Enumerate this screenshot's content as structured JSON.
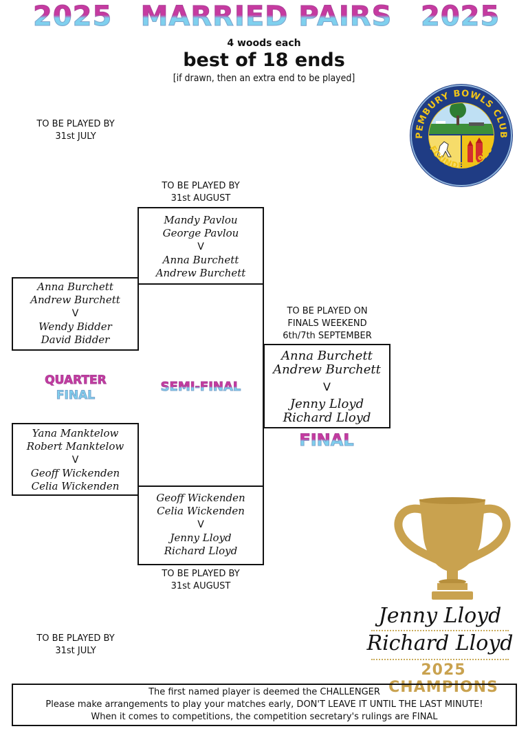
{
  "header": {
    "year_left": "2025",
    "title": "MARRIED PAIRS",
    "year_right": "2025",
    "woods": "4 woods each",
    "ends": "best of 18 ends",
    "drawn_rule": "[if drawn, then an extra end to be played]"
  },
  "logo": {
    "text_top": "PEMBURY BOWLS CLUB",
    "text_bottom": "FOUNDED 1929"
  },
  "deadlines": {
    "qf_top": [
      "TO BE PLAYED BY",
      "31st JULY"
    ],
    "sf_top": [
      "TO BE PLAYED BY",
      "31st AUGUST"
    ],
    "final": [
      "TO BE PLAYED ON",
      "FINALS WEEKEND",
      "6th/7th SEPTEMBER"
    ],
    "sf_bottom": [
      "TO BE PLAYED BY",
      "31st AUGUST"
    ],
    "qf_bottom": [
      "TO BE PLAYED BY",
      "31st JULY"
    ]
  },
  "matches": {
    "sf1": {
      "a1": "Mandy Pavlou",
      "a2": "George Pavlou",
      "v": "V",
      "b1": "Anna Burchett",
      "b2": "Andrew Burchett"
    },
    "qf1": {
      "a1": "Anna Burchett",
      "a2": "Andrew Burchett",
      "v": "V",
      "b1": "Wendy Bidder",
      "b2": "David Bidder"
    },
    "final": {
      "a1": "Anna Burchett",
      "a2": "Andrew Burchett",
      "v": "V",
      "b1": "Jenny Lloyd",
      "b2": "Richard Lloyd"
    },
    "qf2": {
      "a1": "Yana Manktelow",
      "a2": "Robert Manktelow",
      "v": "V",
      "b1": "Geoff Wickenden",
      "b2": "Celia Wickenden"
    },
    "sf2": {
      "a1": "Geoff Wickenden",
      "a2": "Celia Wickenden",
      "v": "V",
      "b1": "Jenny Lloyd",
      "b2": "Richard Lloyd"
    }
  },
  "labels": {
    "quarter_1": "QUARTER",
    "quarter_2": "FINAL",
    "semi": "SEMI-FINAL",
    "final": "FINAL"
  },
  "champions": {
    "name1": "Jenny Lloyd",
    "name2": "Richard Lloyd",
    "caption": "2025 CHAMPIONS"
  },
  "footer": {
    "line1": "The first named player is deemed the CHALLENGER",
    "line2": "Please make arrangements to play your matches early, DON'T LEAVE IT UNTIL THE LAST MINUTE!",
    "line3": "When it comes to competitions, the competition secretary's rulings are FINAL"
  },
  "colors": {
    "title_pink": "#c63aa0",
    "title_blue": "#7fd0ee",
    "gold": "#c9a24f",
    "logo_navy": "#1f3c84",
    "logo_yellow": "#f0c419"
  }
}
